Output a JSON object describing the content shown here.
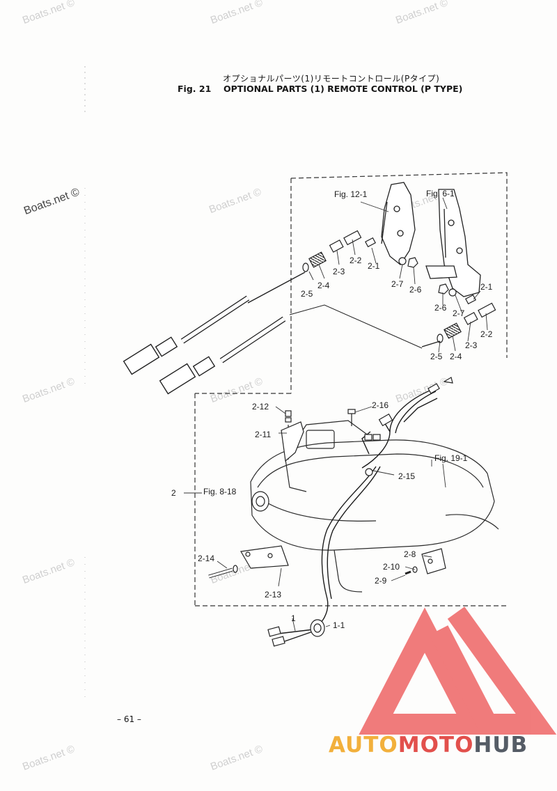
{
  "header": {
    "title_jp": "オプショナルパーツ(1)リモートコントロール(Pタイプ)",
    "fig_number": "Fig. 21",
    "title_en": "OPTIONAL PARTS (1) REMOTE CONTROL (P TYPE)"
  },
  "page_number": "– 61 –",
  "watermarks": [
    "Boats.net ©",
    "Boats.net ©",
    "Boats.net ©",
    "Boats.net ©",
    "Boats.net ©",
    "Boats.net ©",
    "Boats.net ©",
    "Boats.net ©",
    "Boats.net ©",
    "Boats.net ©",
    "Boats.net ©",
    "Boats.net ©",
    "Boats.net ©"
  ],
  "logo": {
    "text_part1": "AUTO",
    "text_part2": "MOTO",
    "text_part3": "HUB",
    "colors": {
      "auto": "#f2b03c",
      "moto": "#e2504c",
      "hub": "#555c66",
      "mark": "#ef6a6a"
    }
  },
  "callouts": {
    "fig_12_1": "Fig. 12-1",
    "fig_6_1": "Fig. 6-1",
    "fig_8_18": "Fig. 8-18",
    "fig_19_1": "Fig. 19-1",
    "p2": "2",
    "p1": "1",
    "p1_1": "1-1",
    "p2_1a": "2-1",
    "p2_2a": "2-2",
    "p2_3a": "2-3",
    "p2_4a": "2-4",
    "p2_5a": "2-5",
    "p2_6a": "2-6",
    "p2_7a": "2-7",
    "p2_1b": "2-1",
    "p2_2b": "2-2",
    "p2_3b": "2-3",
    "p2_4b": "2-4",
    "p2_5b": "2-5",
    "p2_6b": "2-6",
    "p2_7b": "2-7",
    "p2_8": "2-8",
    "p2_9": "2-9",
    "p2_10": "2-10",
    "p2_11": "2-11",
    "p2_12": "2-12",
    "p2_13": "2-13",
    "p2_14": "2-14",
    "p2_15": "2-15",
    "p2_16": "2-16"
  }
}
